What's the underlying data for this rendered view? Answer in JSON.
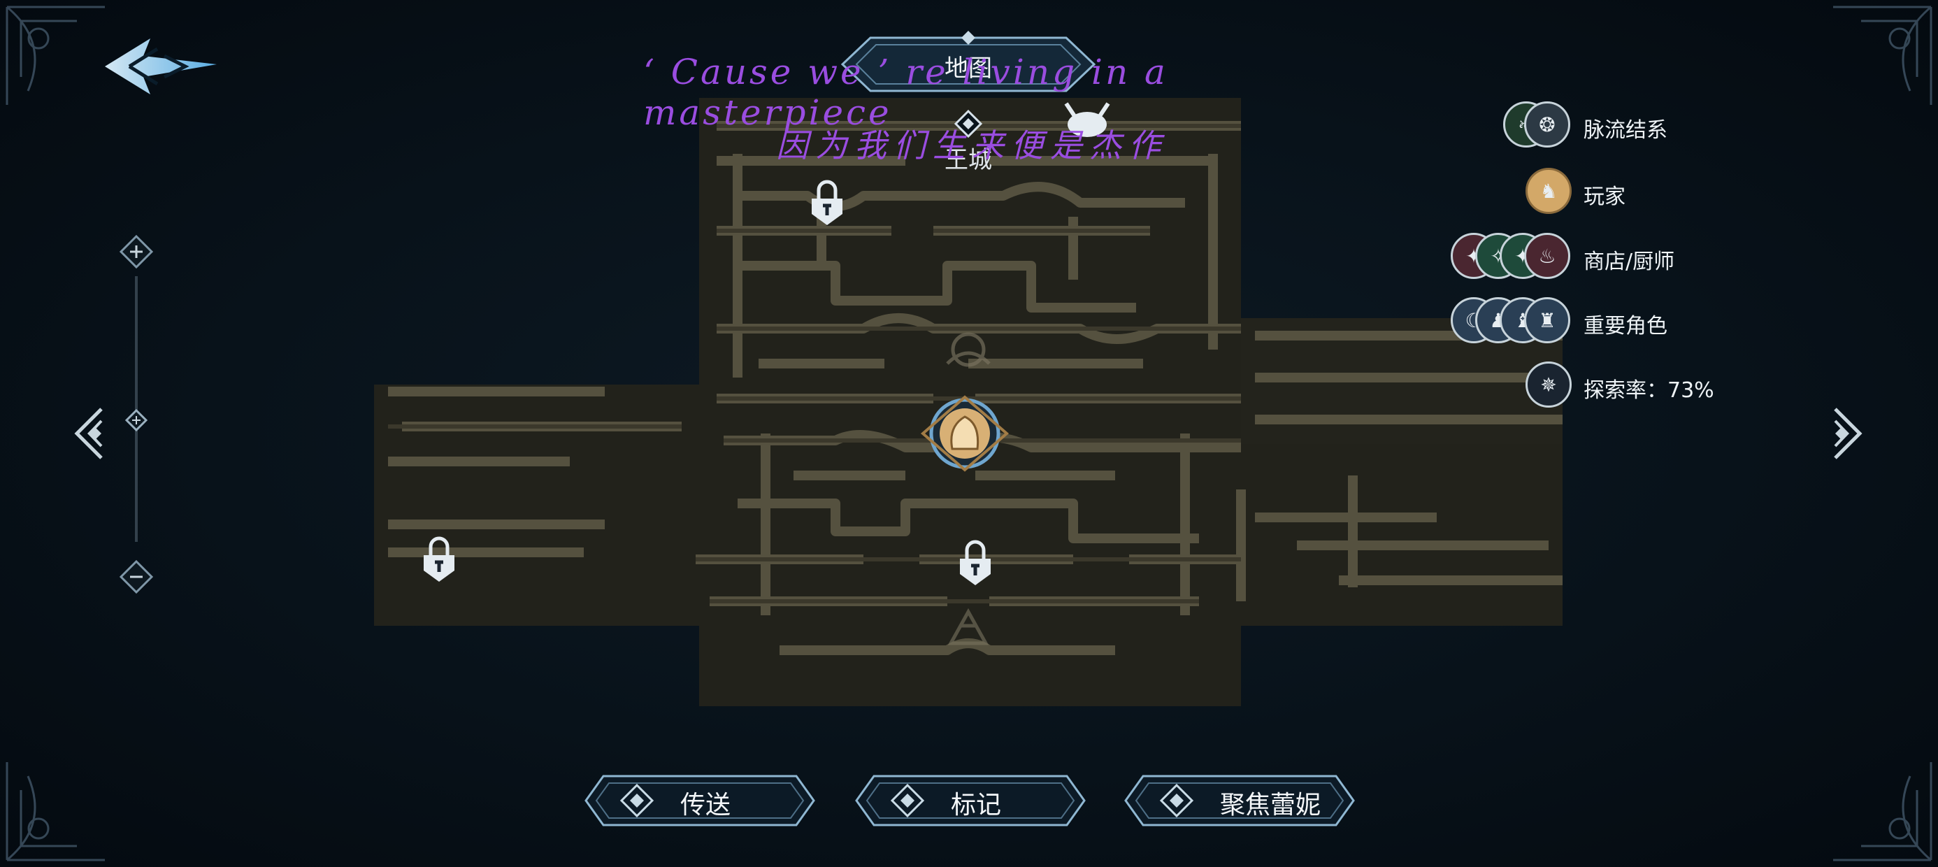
{
  "header": {
    "title": "地图"
  },
  "lyrics": {
    "english": "‘ Cause we ’ re living in a masterpiece",
    "chinese": "因为我们生来便是杰作"
  },
  "map": {
    "area_label": "王城",
    "player_marker": "player-icon",
    "locks": 3
  },
  "legend": {
    "items": [
      {
        "label": "脉流结系",
        "icons": [
          "vein-node-icon",
          "vein-node-icon"
        ]
      },
      {
        "label": "玩家",
        "icons": [
          "player-icon"
        ]
      },
      {
        "label": "商店/厨师",
        "icons": [
          "shop-icon",
          "shop-icon",
          "shop-icon",
          "chef-icon"
        ]
      },
      {
        "label": "重要角色",
        "icons": [
          "npc-icon",
          "npc-icon",
          "npc-icon",
          "npc-icon"
        ]
      },
      {
        "label": "探索率：73%",
        "icons": [
          "compass-star-icon"
        ]
      }
    ],
    "exploration_rate": 73
  },
  "buttons": {
    "teleport": "传送",
    "mark": "标记",
    "focus": "聚焦蕾妮"
  },
  "colors": {
    "accent": "#8fc8ee",
    "lyric": "#9a4de0",
    "map_wall": "#4a4636",
    "map_floor": "#2b2a20"
  }
}
